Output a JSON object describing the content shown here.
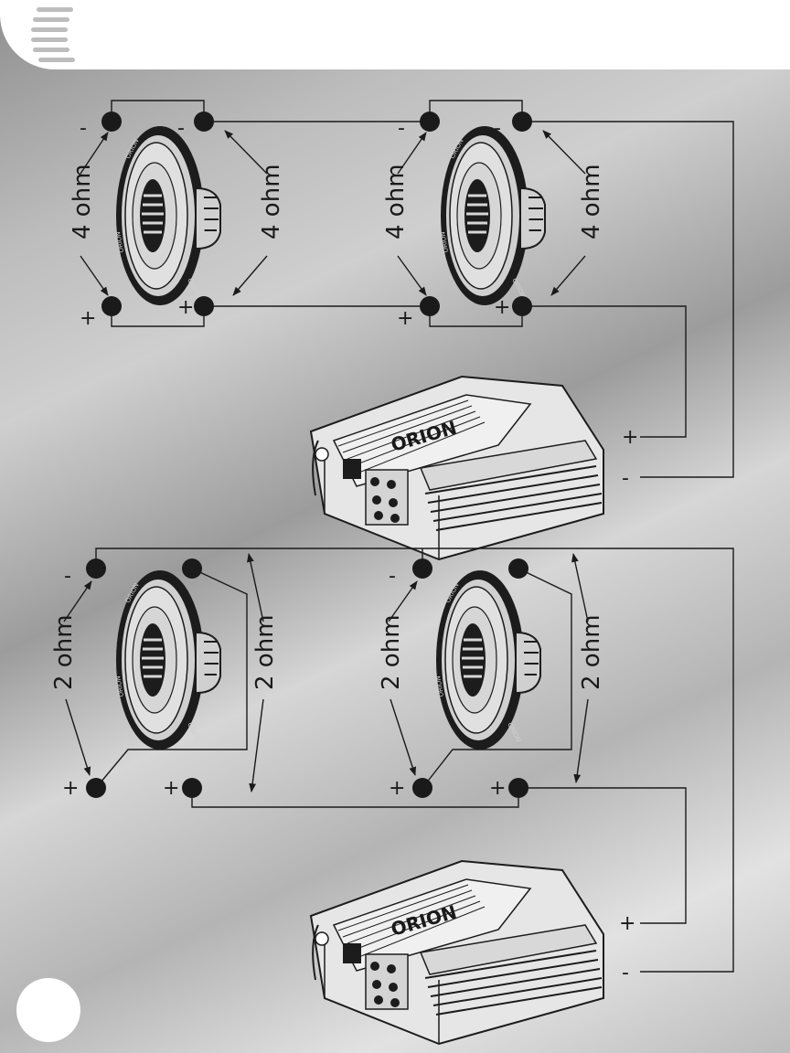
{
  "diagram_title": "",
  "colors": {
    "background": "#c4c4c4",
    "header": "#ffffff",
    "wire": "#1a1a1a",
    "terminal": "#1a1a1a"
  },
  "speakers": {
    "top": [
      {
        "left_label": "4 ohm",
        "right_label": "4 ohm",
        "neg_left": "-",
        "neg_right": "-",
        "pos_left": "+",
        "pos_right": "+"
      },
      {
        "left_label": "4 ohm",
        "right_label": "4 ohm",
        "neg_left": "-",
        "neg_right": "-",
        "pos_left": "+",
        "pos_right": "+"
      }
    ],
    "bottom": [
      {
        "left_label": "2 ohm",
        "right_label": "2 ohm",
        "neg_left": "-",
        "neg_right": "-",
        "pos_left": "+",
        "pos_right": "+"
      },
      {
        "left_label": "2 ohm",
        "right_label": "2 ohm",
        "neg_left": "-",
        "neg_right": "-",
        "pos_left": "+",
        "pos_right": "+"
      }
    ]
  },
  "amplifiers": {
    "top": {
      "pos_label": "+",
      "neg_label": "-",
      "brand": "ORION"
    },
    "bottom": {
      "pos_label": "+",
      "neg_label": "-",
      "brand": "ORION"
    }
  }
}
